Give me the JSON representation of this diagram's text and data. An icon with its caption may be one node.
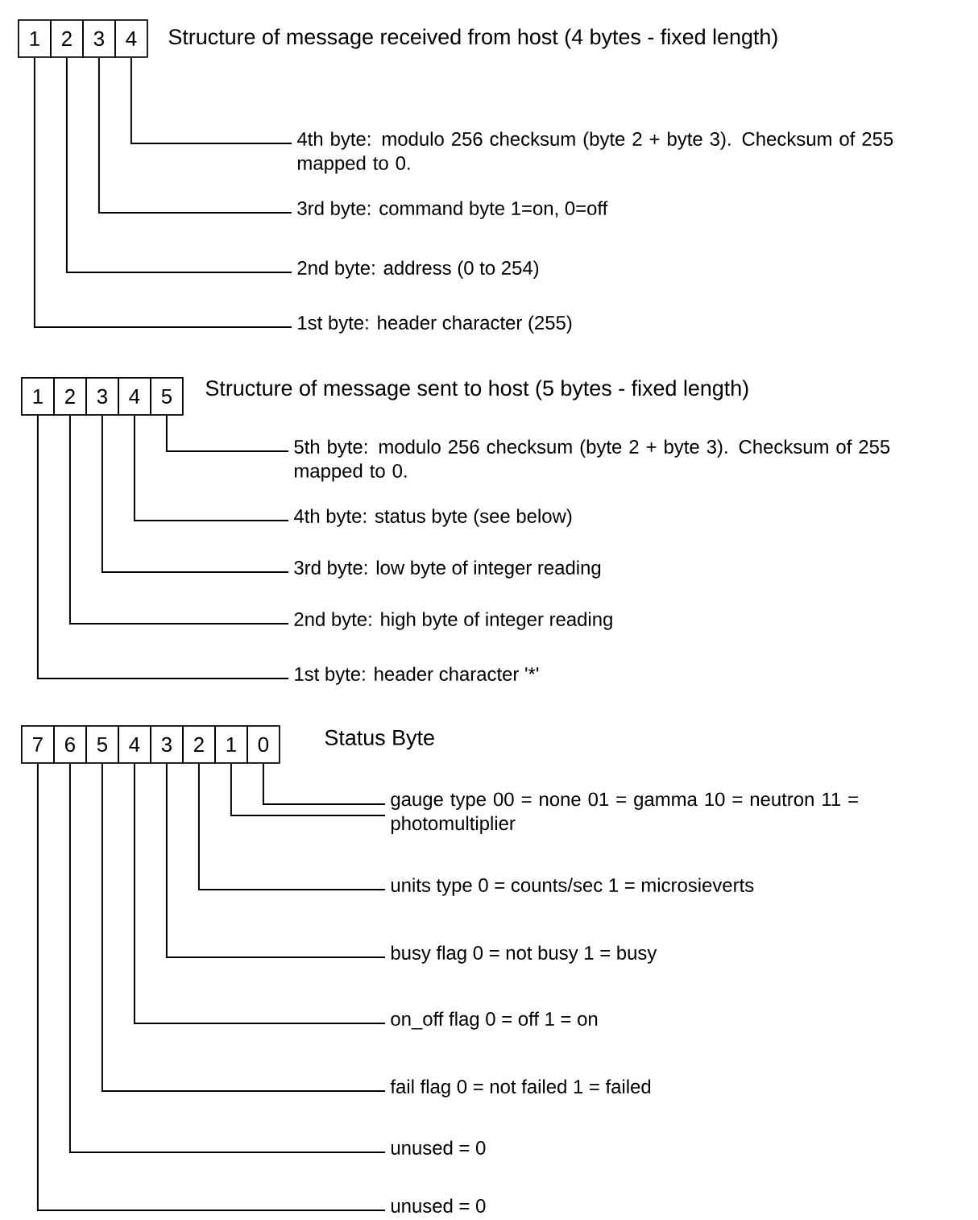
{
  "diagram": {
    "nodes": [
      {
        "text": [
          "1"
        ]
      },
      {
        "text": [
          "2"
        ]
      },
      {
        "text": [
          "3"
        ]
      },
      {
        "text": [
          "4"
        ]
      },
      {
        "text": [
          "4th byte: modulo 256 checksum (byte 2 + byte 3). Checksum of 255 mapped to 0."
        ]
      },
      {
        "text": [
          "3rd byte: command byte 1=on, 0=off"
        ]
      },
      {
        "text": [
          "2nd byte: address (0 to 254)"
        ]
      },
      {
        "text": [
          "1st byte: header character (255)"
        ]
      },
      {
        "text": [
          "1"
        ]
      },
      {
        "text": [
          "2"
        ]
      },
      {
        "text": [
          "3"
        ]
      },
      {
        "text": [
          "4"
        ]
      },
      {
        "text": [
          "5"
        ]
      },
      {
        "text": [
          "5th byte: modulo 256 checksum (byte 2 + byte 3). Checksum of 255 mapped to 0."
        ]
      },
      {
        "text": [
          "4th byte: status byte (see below)"
        ]
      },
      {
        "text": [
          "3rd byte: low byte of integer reading"
        ]
      },
      {
        "text": [
          "2nd byte: high byte of integer reading"
        ]
      },
      {
        "text": [
          "1st byte: header character '*'"
        ]
      },
      {
        "text": [
          "7"
        ]
      },
      {
        "text": [
          "6"
        ]
      },
      {
        "text": [
          "5"
        ]
      },
      {
        "text": [
          "4"
        ]
      },
      {
        "text": [
          "3"
        ]
      },
      {
        "text": [
          "2"
        ]
      },
      {
        "text": [
          "1"
        ]
      },
      {
        "text": [
          "0"
        ]
      },
      {
        "text": [
          "gauge type 00 = none 01 = gamma 10 = neutron 11 = photomultiplier"
        ]
      },
      {
        "text": [
          "units type 0 = counts/sec 1 = microsieverts"
        ]
      },
      {
        "text": [
          "busy flag 0 = not busy 1 = busy"
        ]
      },
      {
        "text": [
          "on_off flag 0 = off 1 = on"
        ]
      },
      {
        "text": [
          "fail flag 0 = not failed 1 = failed"
        ]
      },
      {
        "text": [
          "unused = 0"
        ]
      },
      {
        "text": [
          "unused = 0"
        ]
      }
    ],
    "edges": [
      {
        "from": 3,
        "to": 4,
        "arrow": "none"
      },
      {
        "from": 2,
        "to": 5,
        "arrow": "none"
      },
      {
        "from": 1,
        "to": 6,
        "arrow": "none"
      },
      {
        "from": 0,
        "to": 7,
        "arrow": "none"
      },
      {
        "from": 12,
        "to": 13,
        "arrow": "none"
      },
      {
        "from": 11,
        "to": 14,
        "arrow": "none"
      },
      {
        "from": 10,
        "to": 15,
        "arrow": "none"
      },
      {
        "from": 9,
        "to": 16,
        "arrow": "none"
      },
      {
        "from": 8,
        "to": 17,
        "arrow": "none"
      },
      {
        "from": 25,
        "to": 26,
        "arrow": "none"
      },
      {
        "from": 24,
        "to": 26,
        "arrow": "none"
      },
      {
        "from": 23,
        "to": 27,
        "arrow": "none"
      },
      {
        "from": 22,
        "to": 28,
        "arrow": "none"
      },
      {
        "from": 21,
        "to": 29,
        "arrow": "none"
      },
      {
        "from": 20,
        "to": 30,
        "arrow": "none"
      },
      {
        "from": 19,
        "to": 31,
        "arrow": "none"
      },
      {
        "from": 18,
        "to": 32,
        "arrow": "none"
      }
    ],
    "labels": [
      "Structure of message received from host (4 bytes - fixed length)",
      "Structure of message sent to host (5 bytes - fixed length)",
      "Status Byte"
    ]
  }
}
